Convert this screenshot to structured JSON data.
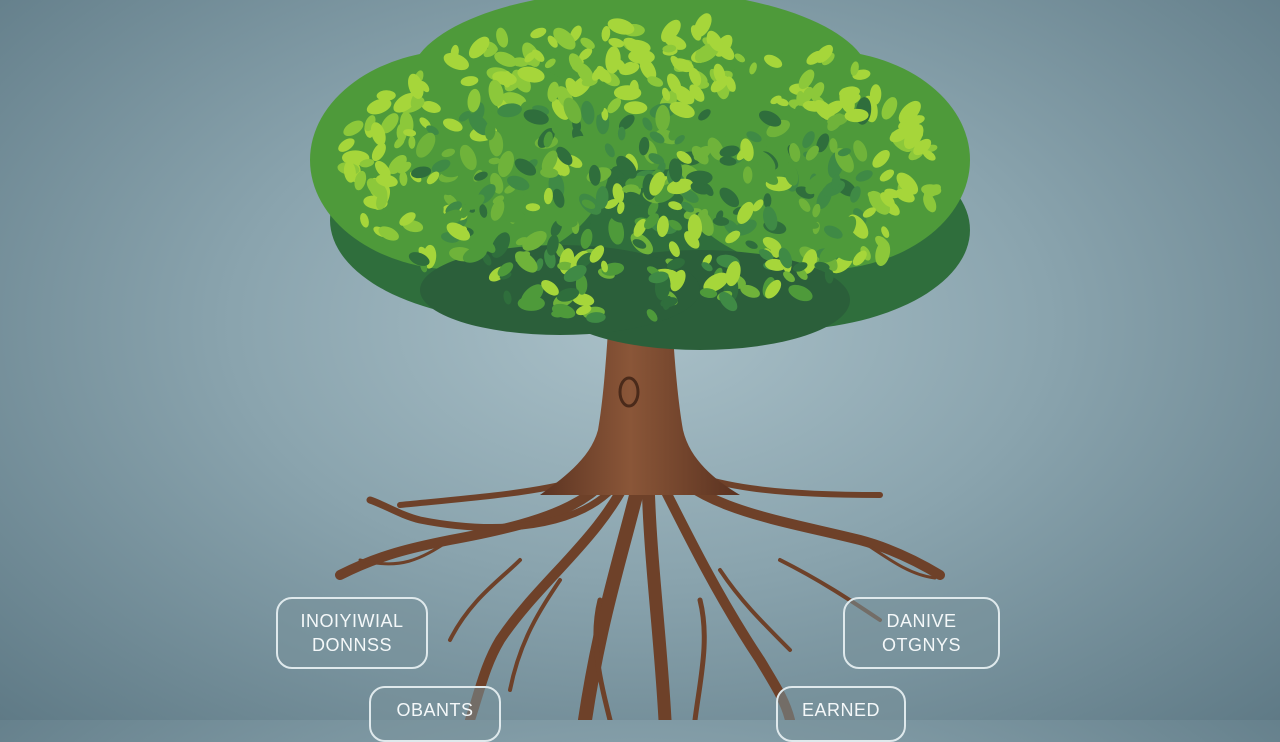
{
  "labels": [
    {
      "line1": "INOIYIWIAL",
      "line2": "DONNSS"
    },
    {
      "line1": "DANIVE",
      "line2": "OTGNYS"
    },
    {
      "line1": "OBANTS"
    },
    {
      "line1": "EARNED"
    }
  ],
  "colors": {
    "background": "#8aa4ae",
    "trunk": "#7a4a32",
    "foliage_dark": "#2f6e3c",
    "foliage_mid": "#4e9a3a",
    "foliage_light": "#a6d63a",
    "label_border": "#dfe9ec"
  }
}
